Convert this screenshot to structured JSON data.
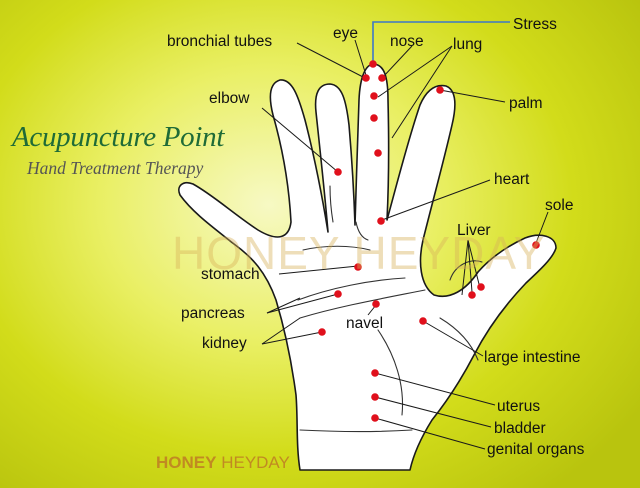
{
  "title": "Acupuncture Point",
  "subtitle": "Hand Treatment Therapy",
  "watermark": "HONEY HEYDAY",
  "brand": {
    "first": "HONEY",
    "second": "HEYDAY"
  },
  "labels": {
    "bronchial_tubes": "bronchial tubes",
    "eye": "eye",
    "nose": "nose",
    "lung": "lung",
    "stress": "Stress",
    "elbow": "elbow",
    "palm": "palm",
    "heart": "heart",
    "sole": "sole",
    "liver": "Liver",
    "stomach": "stomach",
    "pancreas": "pancreas",
    "kidney": "kidney",
    "navel": "navel",
    "large_intestine": "large intestine",
    "uterus": "uterus",
    "bladder": "bladder",
    "genital_organs": "genital organs"
  },
  "colors": {
    "title": "#1f6b37",
    "point": "#e0101c",
    "stress_line": "#3d78c8",
    "brand": "#c18a22",
    "hand_fill": "#ffffff",
    "outline": "#1a1a1a"
  }
}
